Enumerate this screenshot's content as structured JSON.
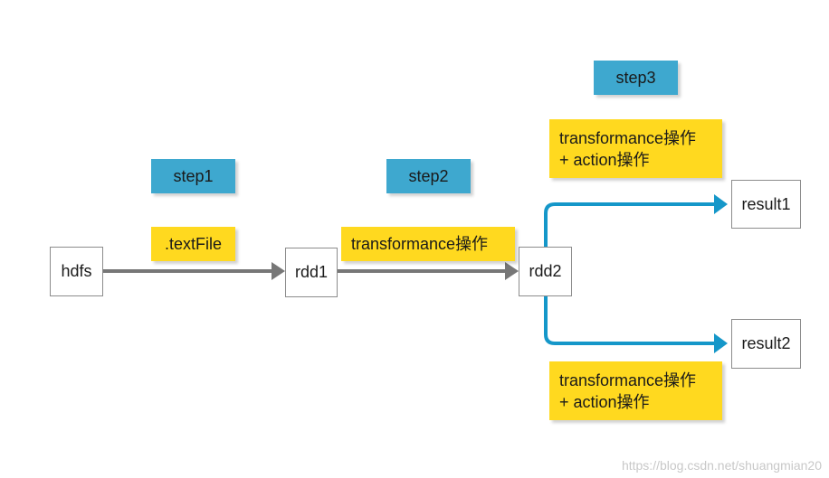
{
  "nodes": {
    "hdfs": "hdfs",
    "rdd1": "rdd1",
    "rdd2": "rdd2",
    "result1": "result1",
    "result2": "result2"
  },
  "steps": {
    "step1": "step1",
    "step2": "step2",
    "step3": "step3"
  },
  "notes": {
    "textfile": ".textFile",
    "transformance": "transformance操作",
    "result1_line1": "transformance操作",
    "result1_line2": "+ action操作",
    "result2_line1": "transformance操作",
    "result2_line2": "+ action操作"
  },
  "watermark": "https://blog.csdn.net/shuangmian20",
  "colors": {
    "step_fill": "#3ea8cf",
    "note_fill": "#ffd91f",
    "gray_arrow": "#777777",
    "blue_arrow": "#1597c9",
    "node_border": "#8c8c8c"
  }
}
